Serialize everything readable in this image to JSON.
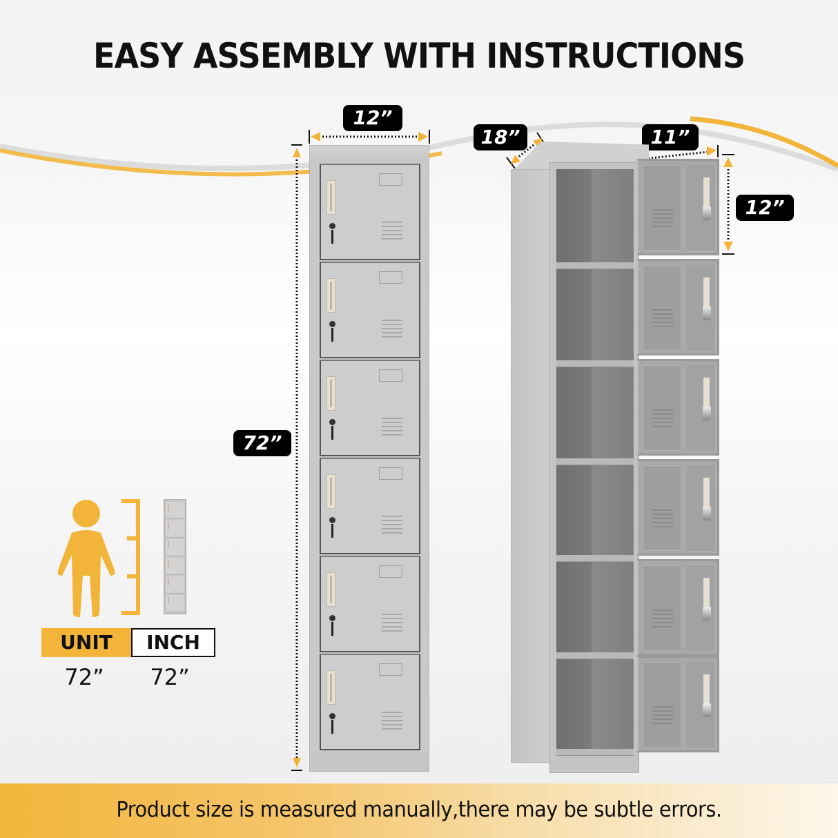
{
  "title": "EASY ASSEMBLY WITH INSTRUCTIONS",
  "dimensions": {
    "front_width": "12”",
    "front_height": "72”",
    "depth": "18”",
    "door_width": "11”",
    "door_height": "12”"
  },
  "locker": {
    "compartments": 6,
    "body_color": "#c9c9c9",
    "interior_color": "#7a7a7a"
  },
  "comparison": {
    "unit_label": "UNIT",
    "inch_label": "INCH",
    "unit_value": "72”",
    "inch_value": "72”",
    "accent_color": "#f2b53a"
  },
  "footer": {
    "note": "Product size is measured manually,there may be subtle errors."
  }
}
